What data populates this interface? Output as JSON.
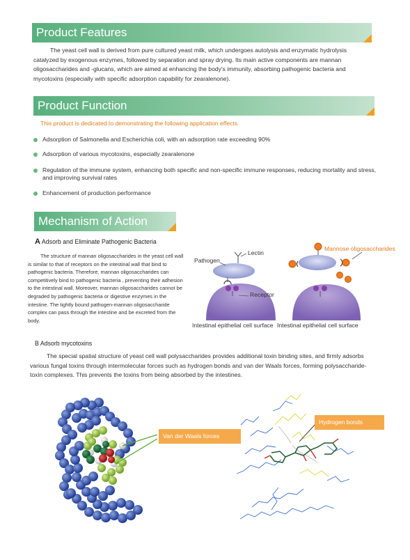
{
  "features": {
    "title": "Product Features",
    "text": "The yeast cell wall is derived from pure cultured yeast milk, which undergoes autolysis and enzymatic hydrolysis catalyzed by exogenous enzymes, followed by separation and spray drying. Its main active components are mannan oligosaccharides and   -glucans, which are aimed at enhancing the body's immunity, absorbing pathogenic bacteria and mycotoxins (especially with specific adsorption capability for zearalenone)."
  },
  "function": {
    "title": "Product Function",
    "intro": "This product is dedicated to demonstrating the following application effects",
    "items": [
      "Adsorption of Salmonella and Escherichia coli, with an adsorption rate exceeding 90%",
      "Adsorption of various mycotoxins, especially zearalenone",
      "Regulation of the immune system, enhancing both specific and non-specific immune responses, reducing mortality and stress, and improving survival rates",
      "Enhancement of production performance"
    ]
  },
  "mechanism": {
    "title": "Mechanism of Action",
    "a_letter": "A",
    "a_title": "Adsorb and Eliminate Pathogenic Bacteria",
    "a_text": "The structure of mannan oligosaccharides in the yeast cell wall is similar to that of receptors on the intestinal wall that bind to pathogenic bacteria. Therefore, mannan oligosaccharides can competitively bind to pathogenic bacteria , preventing their adhesion to the intestinal wall. Moreover, mannan oligosaccharides cannot be degraded by pathogenic bacteria or digestive enzymes in the intestine. The tightly bound pathogen-mannan oligosaccharide complex can pass through the intestine and be excreted from the body.",
    "diagram": {
      "lectin": "Lectin",
      "pathogen": "Pathogen",
      "receptor": "Receptor",
      "mannose": "Mannose oligosaccharides",
      "surface_left": "Intestinal epithelial cell surface",
      "surface_right": "Intestinal epithelial cell surface"
    },
    "b_title": "B Adsorb mycotoxins",
    "b_text": "The special spatial structure of yeast cell wall polysaccharides provides additional toxin binding sites, and firmly adsorbs various fungal toxins through intermolecular forces such as hydrogen bonds and van der Waals forces, forming polysaccharide-toxin complexes. This prevents the toxins from being absorbed by the intestines.",
    "vdw_label": "Van der Waals forces",
    "hbond_label": "Hydrogen bonds"
  },
  "colors": {
    "header_green": "#58b07e",
    "accent_orange": "#f0a020",
    "callout_orange": "#f5a94a",
    "text_orange": "#e07b1a"
  }
}
